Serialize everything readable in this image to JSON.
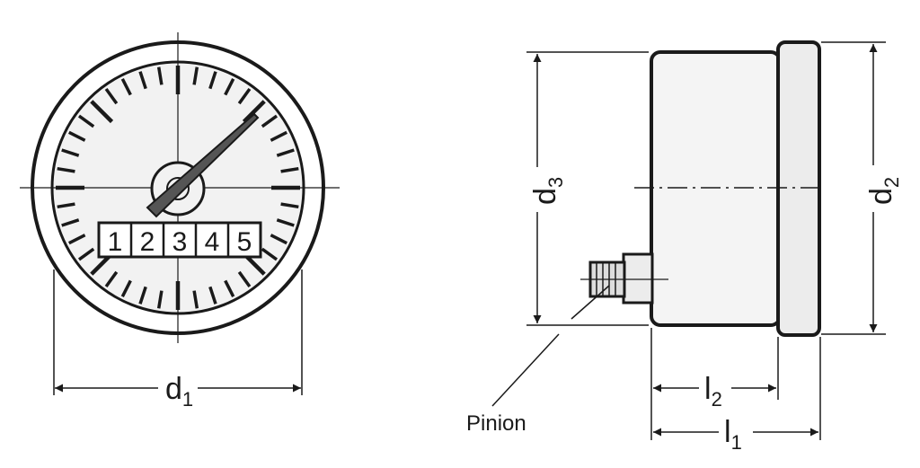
{
  "colors": {
    "stroke": "#1a1a1a",
    "face_fill": "#f2f2f2",
    "body_fill": "#f4f4f4",
    "bezel_fill": "#ececec",
    "background": "#ffffff"
  },
  "front_view": {
    "counter_digits": [
      "1",
      "2",
      "3",
      "4",
      "5"
    ],
    "dimension": {
      "main": "d",
      "sub": "1"
    }
  },
  "side_view": {
    "dimensions": {
      "d3": {
        "main": "d",
        "sub": "3"
      },
      "d2": {
        "main": "d",
        "sub": "2"
      },
      "l2": {
        "main": "l",
        "sub": "2"
      },
      "l1": {
        "main": "l",
        "sub": "1"
      }
    },
    "callout": "Pinion"
  }
}
